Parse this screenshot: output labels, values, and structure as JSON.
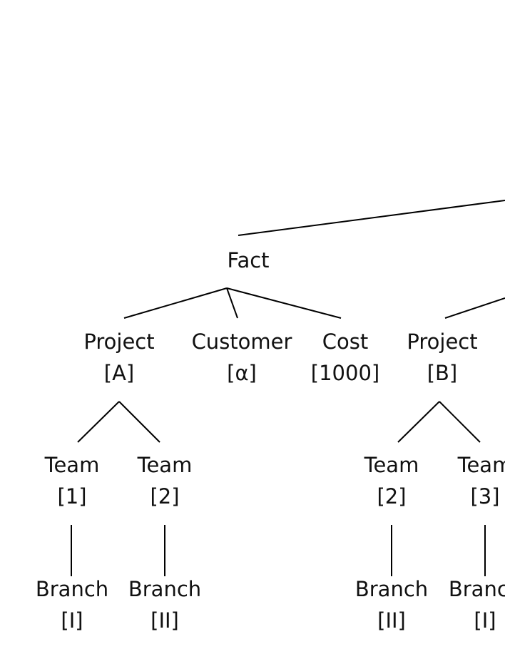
{
  "nodes": [
    {
      "id": "fact",
      "label": "Fact",
      "value": ""
    },
    {
      "id": "project-a",
      "label": "Project",
      "value": "[A]"
    },
    {
      "id": "customer-alpha",
      "label": "Customer",
      "value": "[α]"
    },
    {
      "id": "cost-1000",
      "label": "Cost",
      "value": "[1000]"
    },
    {
      "id": "project-b",
      "label": "Project",
      "value": "[B]"
    },
    {
      "id": "team-1",
      "label": "Team",
      "value": "[1]"
    },
    {
      "id": "team-2-a",
      "label": "Team",
      "value": "[2]"
    },
    {
      "id": "team-2-b",
      "label": "Team",
      "value": "[2]"
    },
    {
      "id": "team-3",
      "label": "Team",
      "value": "[3]"
    },
    {
      "id": "branch-i-a",
      "label": "Branch",
      "value": "[I]"
    },
    {
      "id": "branch-ii-a",
      "label": "Branch",
      "value": "[II]"
    },
    {
      "id": "branch-ii-b",
      "label": "Branch",
      "value": "[II]"
    },
    {
      "id": "branch-i-b",
      "label": "Branch",
      "value": "[I]"
    }
  ],
  "edges": [
    {
      "from": "root",
      "to": "fact"
    },
    {
      "from": "fact",
      "to": "project-a"
    },
    {
      "from": "fact",
      "to": "customer-alpha"
    },
    {
      "from": "fact",
      "to": "cost-1000"
    },
    {
      "from": "root",
      "to": "project-b"
    },
    {
      "from": "project-a",
      "to": "team-1"
    },
    {
      "from": "project-a",
      "to": "team-2-a"
    },
    {
      "from": "project-b",
      "to": "team-2-b"
    },
    {
      "from": "project-b",
      "to": "team-3"
    },
    {
      "from": "team-1",
      "to": "branch-i-a"
    },
    {
      "from": "team-2-a",
      "to": "branch-ii-a"
    },
    {
      "from": "team-2-b",
      "to": "branch-ii-b"
    },
    {
      "from": "team-3",
      "to": "branch-i-b"
    }
  ]
}
